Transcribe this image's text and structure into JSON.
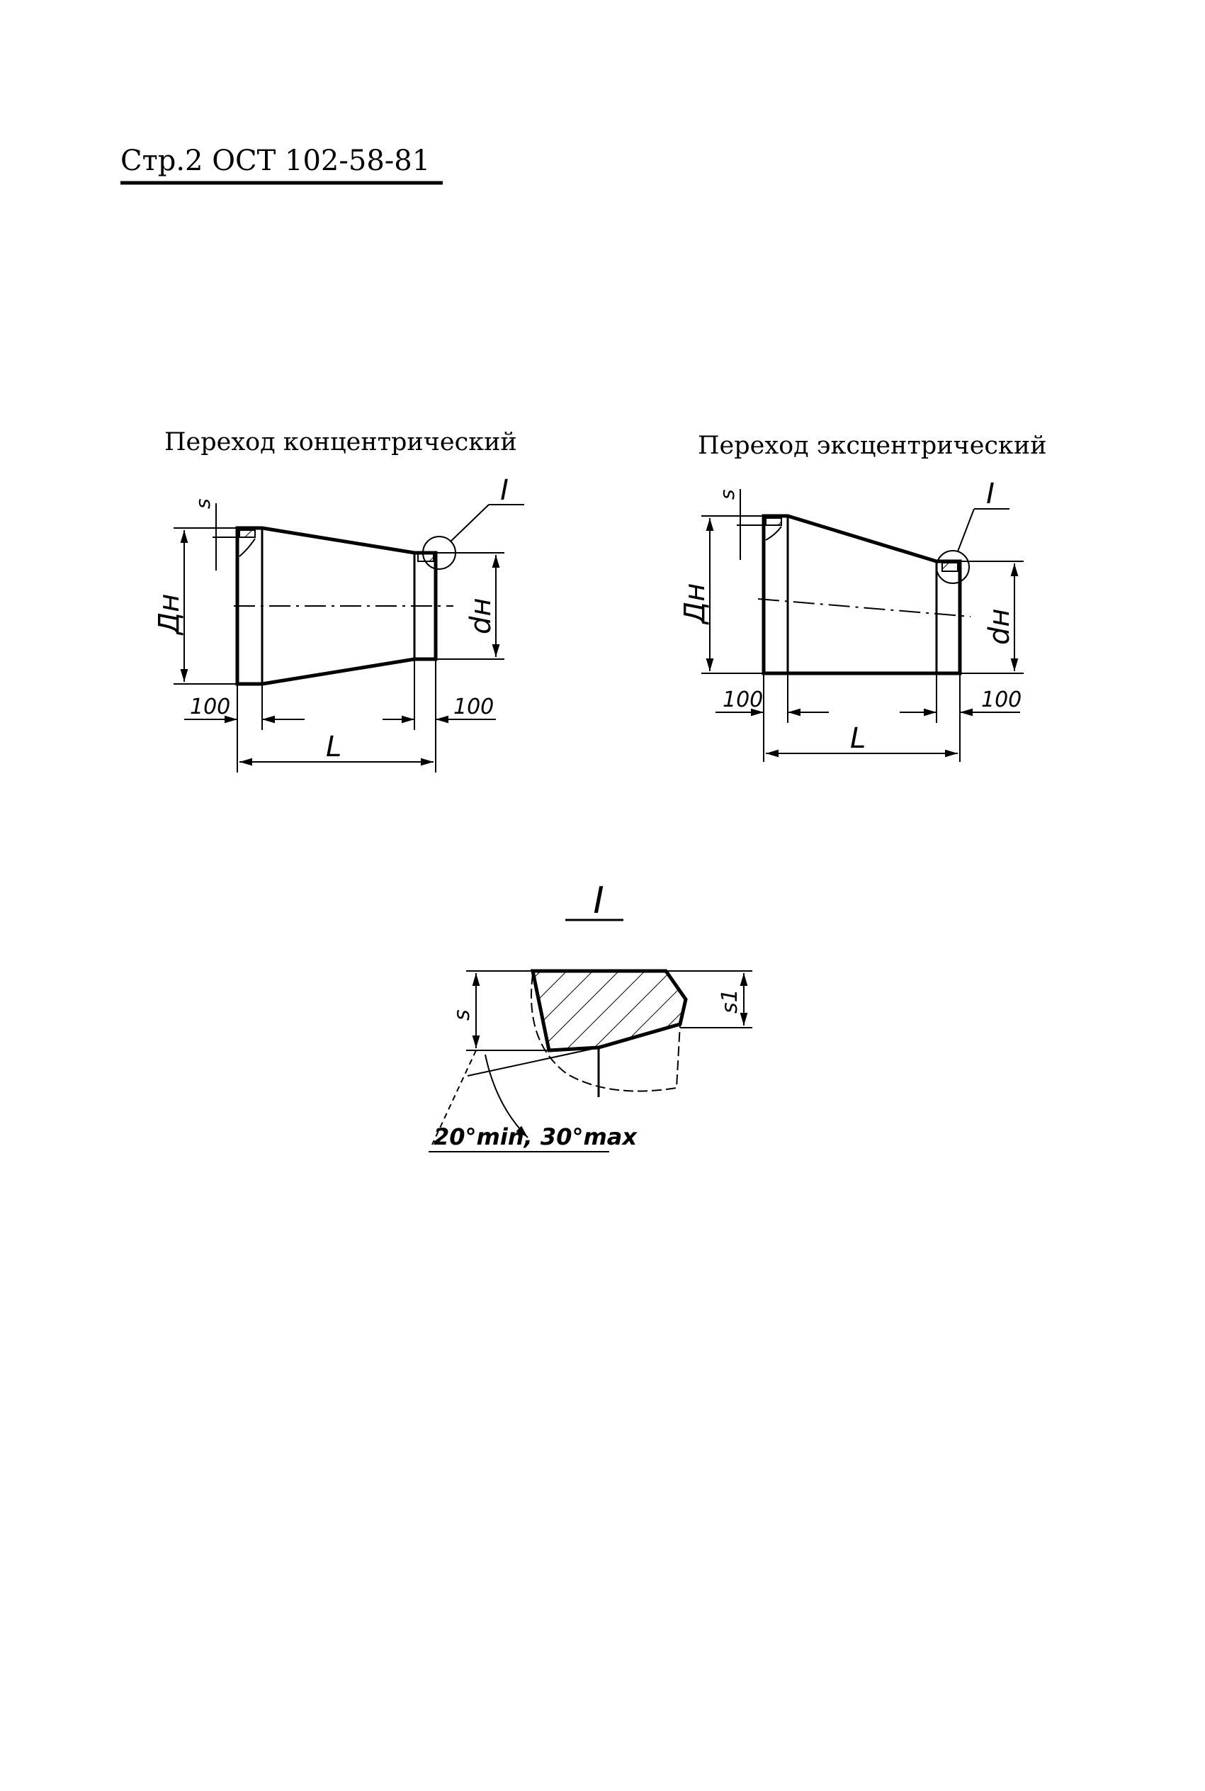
{
  "header": {
    "text": "Стр.2 ОСТ 102-58-81"
  },
  "captions": {
    "concentric": "Переход концентрический",
    "eccentric": "Переход эксцентрический"
  },
  "labels": {
    "s": "s",
    "dn_outer": "Дн",
    "dn_small": "dн",
    "dim_100": "100",
    "length": "L",
    "detail_ref": "I",
    "detail_title": "I",
    "s1": "s1",
    "angle": "20°min, 30°max"
  },
  "colors": {
    "ink": "#000000",
    "paper": "#ffffff"
  }
}
